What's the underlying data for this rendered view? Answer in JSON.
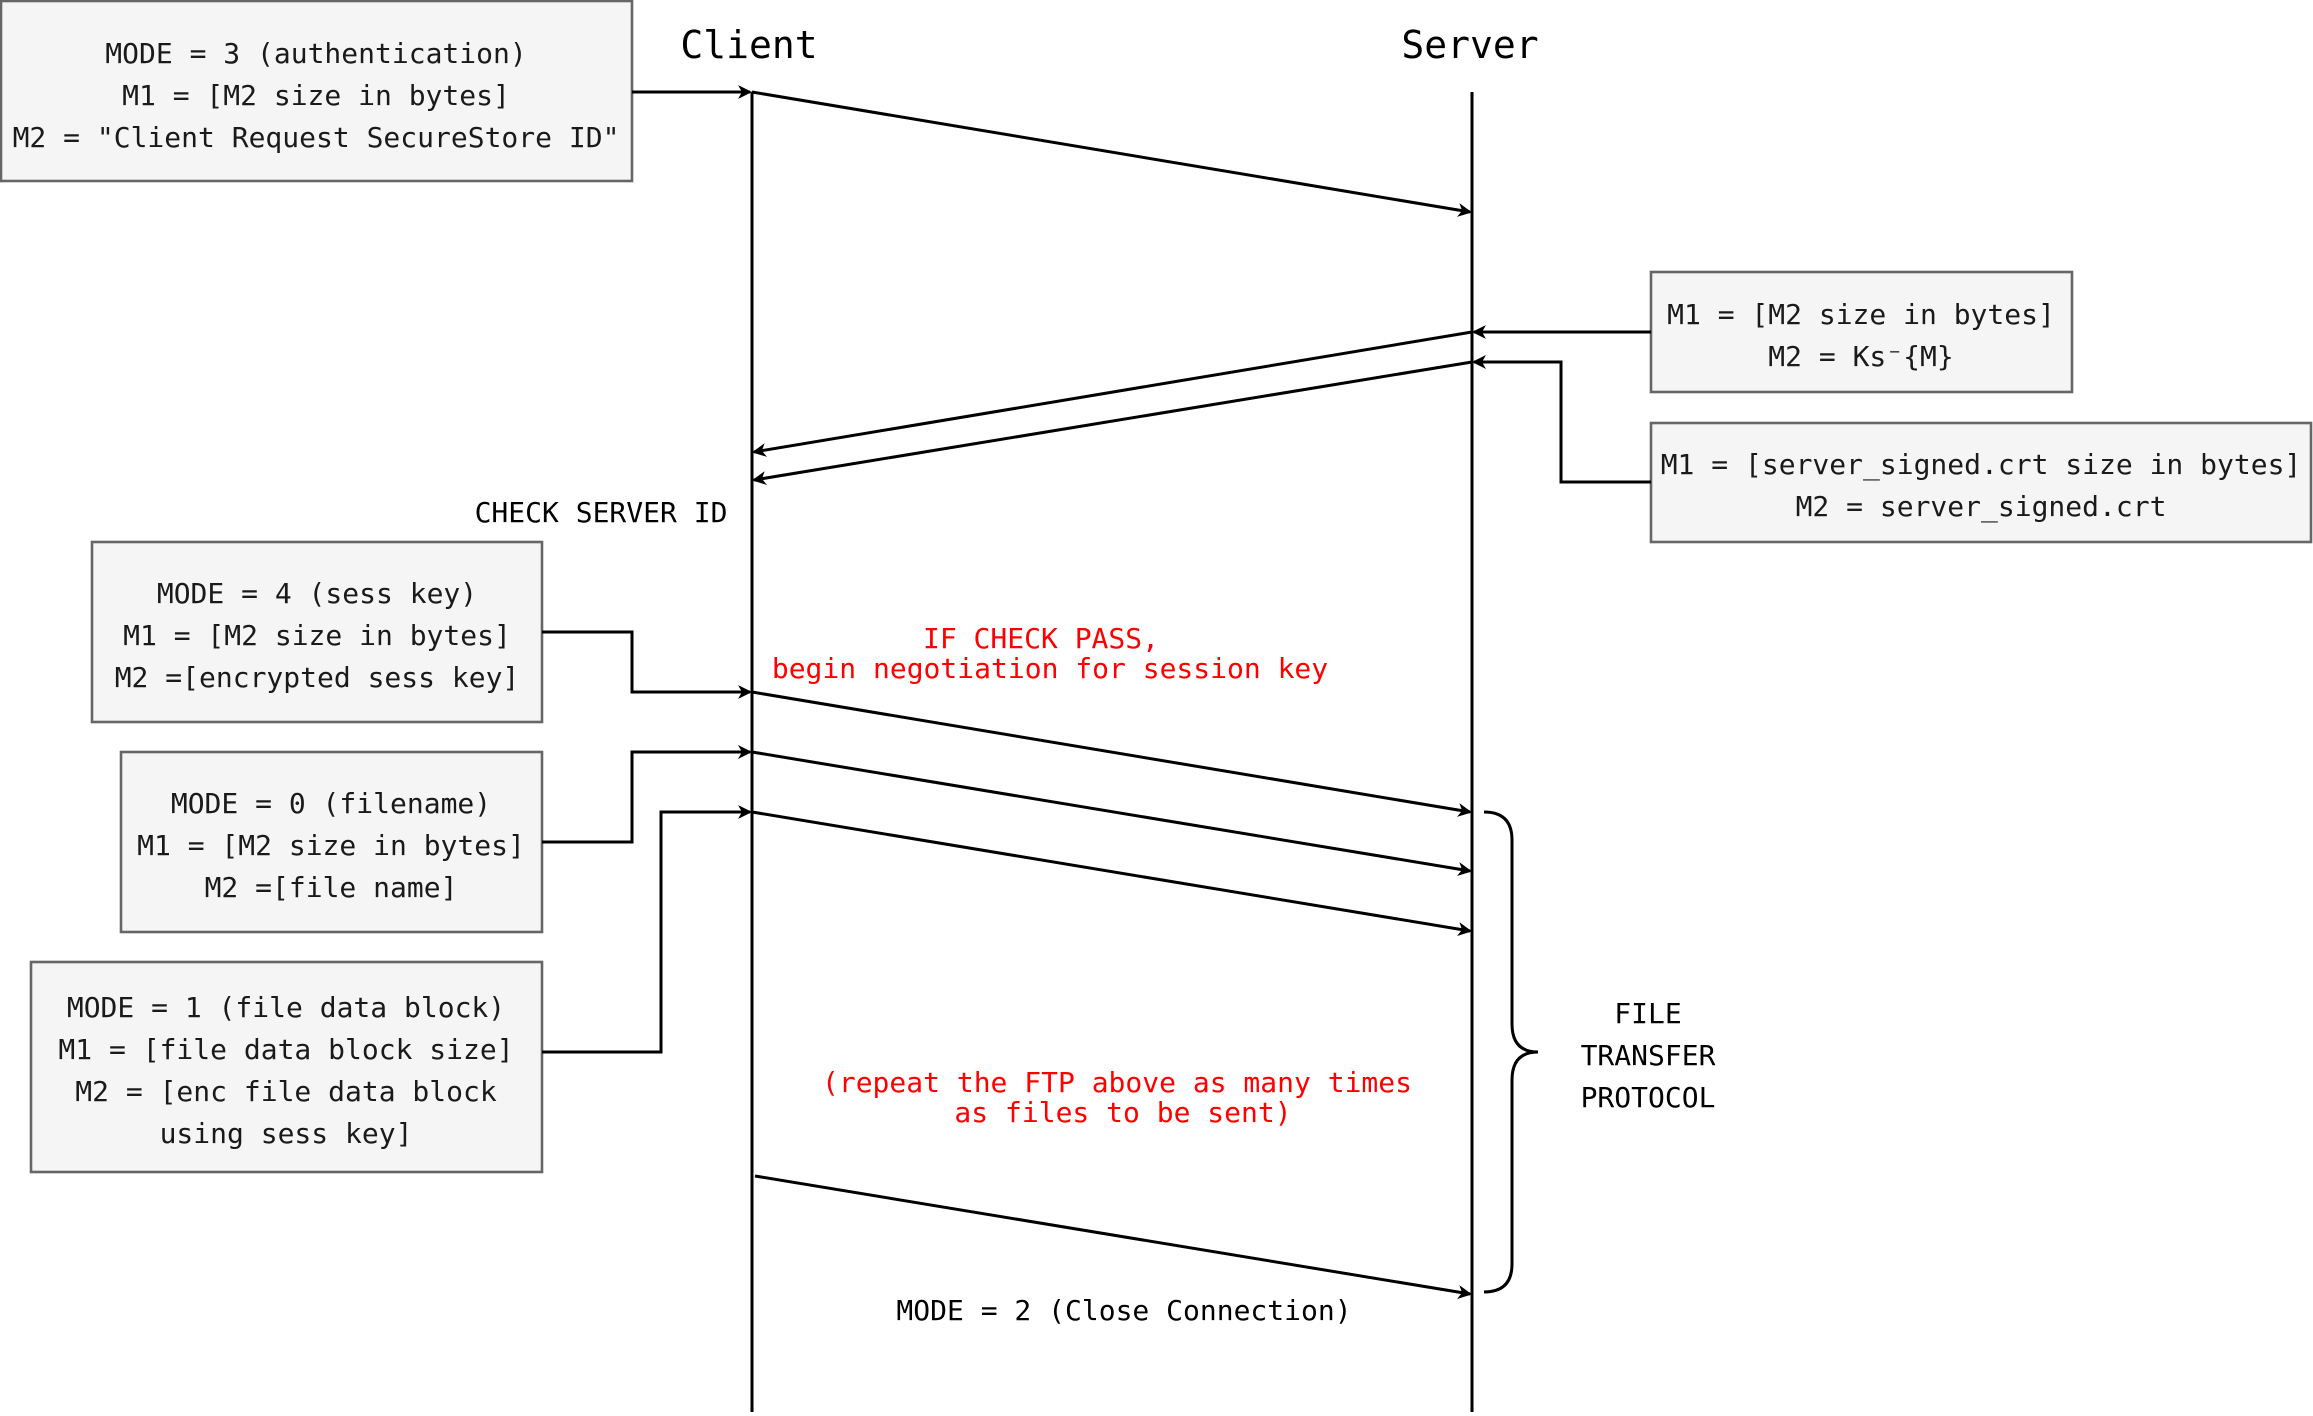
{
  "lifelines": {
    "client": "Client",
    "server": "Server"
  },
  "boxes": {
    "auth": [
      "MODE = 3 (authentication)",
      "M1 = [M2 size in bytes]",
      "M2 = \"Client Request SecureStore ID\""
    ],
    "signed_msg": [
      "M1 = [M2 size in bytes]",
      "M2 = Ks⁻{M}"
    ],
    "server_cert": [
      "M1 = [server_signed.crt size in bytes]",
      "M2 = server_signed.crt"
    ],
    "sess_key": [
      "MODE = 4 (sess key)",
      "M1 = [M2 size in bytes]",
      "M2 =[encrypted sess key]"
    ],
    "filename": [
      "MODE = 0 (filename)",
      "M1 = [M2 size in bytes]",
      "M2 =[file name]"
    ],
    "file_block": [
      "MODE = 1 (file data block)",
      "M1 = [file data block size]",
      "M2 = [enc file data block",
      "using sess key]"
    ]
  },
  "labels": {
    "check_server_id": "CHECK SERVER ID",
    "check_pass": [
      "IF CHECK PASS,",
      "begin negotiation for session key"
    ],
    "repeat_note": [
      "(repeat the FTP above as many times",
      "as files to be sent)"
    ],
    "close_connection": "MODE = 2 (Close Connection)",
    "ftp_brace": [
      "FILE",
      "TRANSFER",
      "PROTOCOL"
    ]
  },
  "colors": {
    "note_text": "#ff0000",
    "box_fill": "#f5f5f5",
    "box_stroke": "#666666",
    "line": "#000000"
  }
}
